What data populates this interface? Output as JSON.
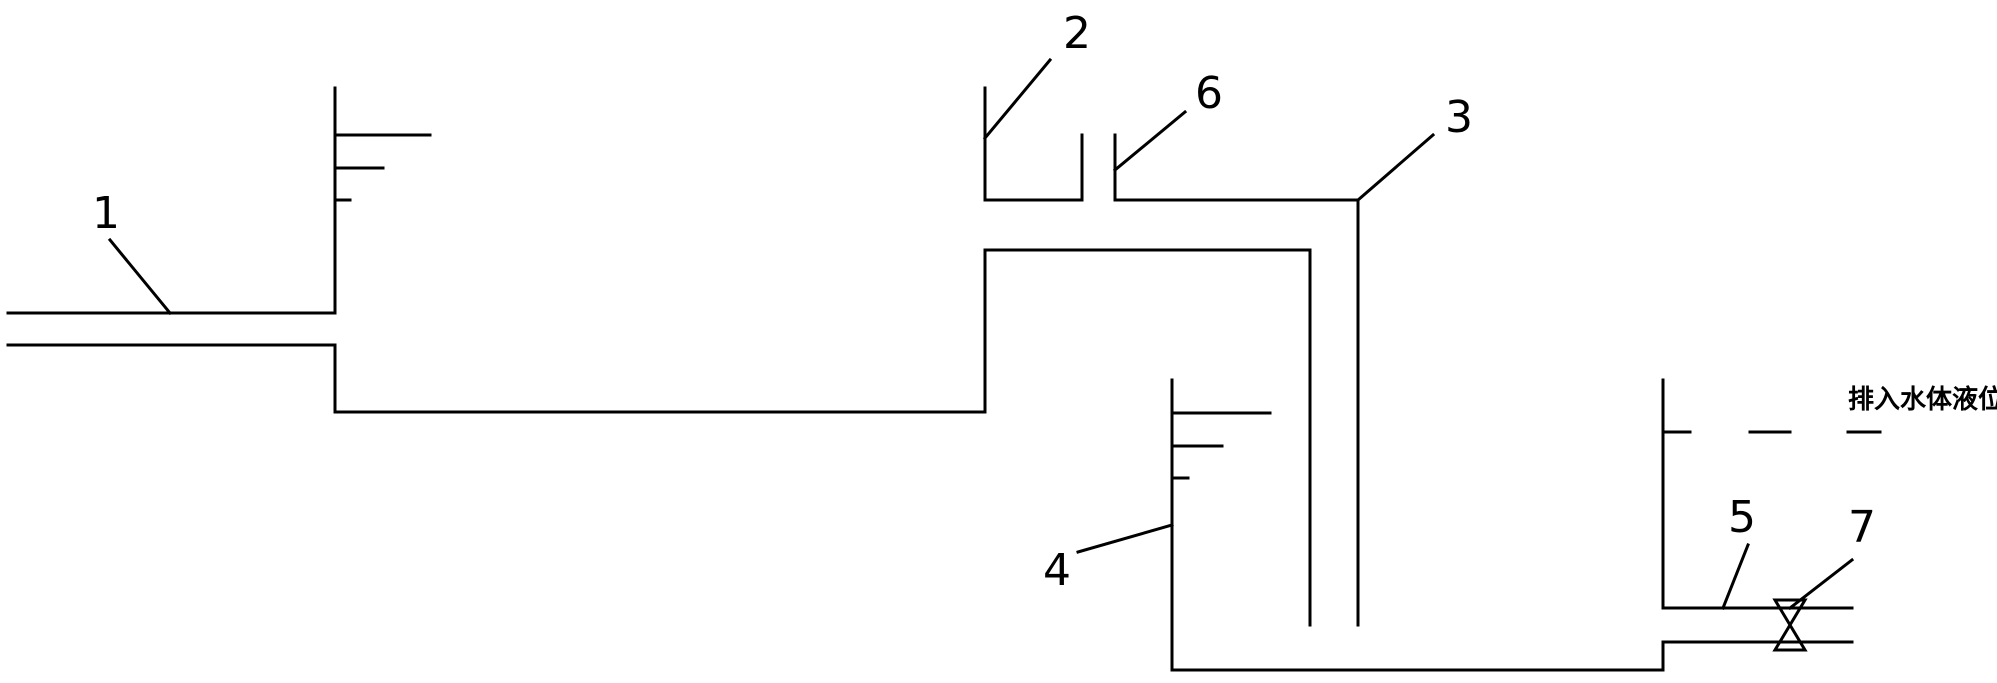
{
  "labels": {
    "l1": "1",
    "l2": "2",
    "l3": "3",
    "l4": "4",
    "l5": "5",
    "l6": "6",
    "l7": "7"
  },
  "water_level_note": "排入水体液位"
}
